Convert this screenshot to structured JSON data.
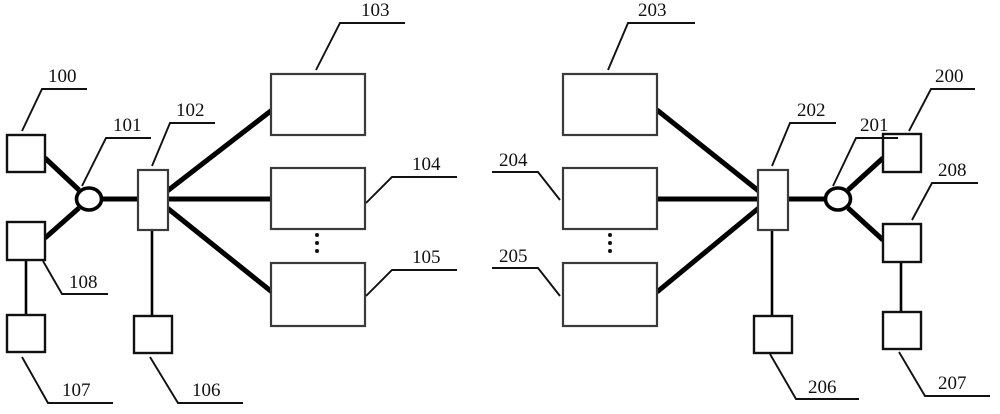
{
  "figure": {
    "title": "Block diagram figure",
    "background_color": "#ffffff",
    "line_color": "#000000",
    "box_stroke_color": "#3a3a3a",
    "label_color": "#111111"
  },
  "left_assembly": {
    "name": "left-assembly",
    "refs": {
      "r100": "100",
      "r101": "101",
      "r102": "102",
      "r103": "103",
      "r104": "104",
      "r105": "105",
      "r106": "106",
      "r107": "107",
      "r108": "108"
    },
    "ellipsis": "⋮"
  },
  "right_assembly": {
    "name": "right-assembly",
    "refs": {
      "r200": "200",
      "r201": "201",
      "r202": "202",
      "r203": "203",
      "r204": "204",
      "r205": "205",
      "r206": "206",
      "r207": "207",
      "r208": "208"
    },
    "ellipsis": "⋮"
  }
}
